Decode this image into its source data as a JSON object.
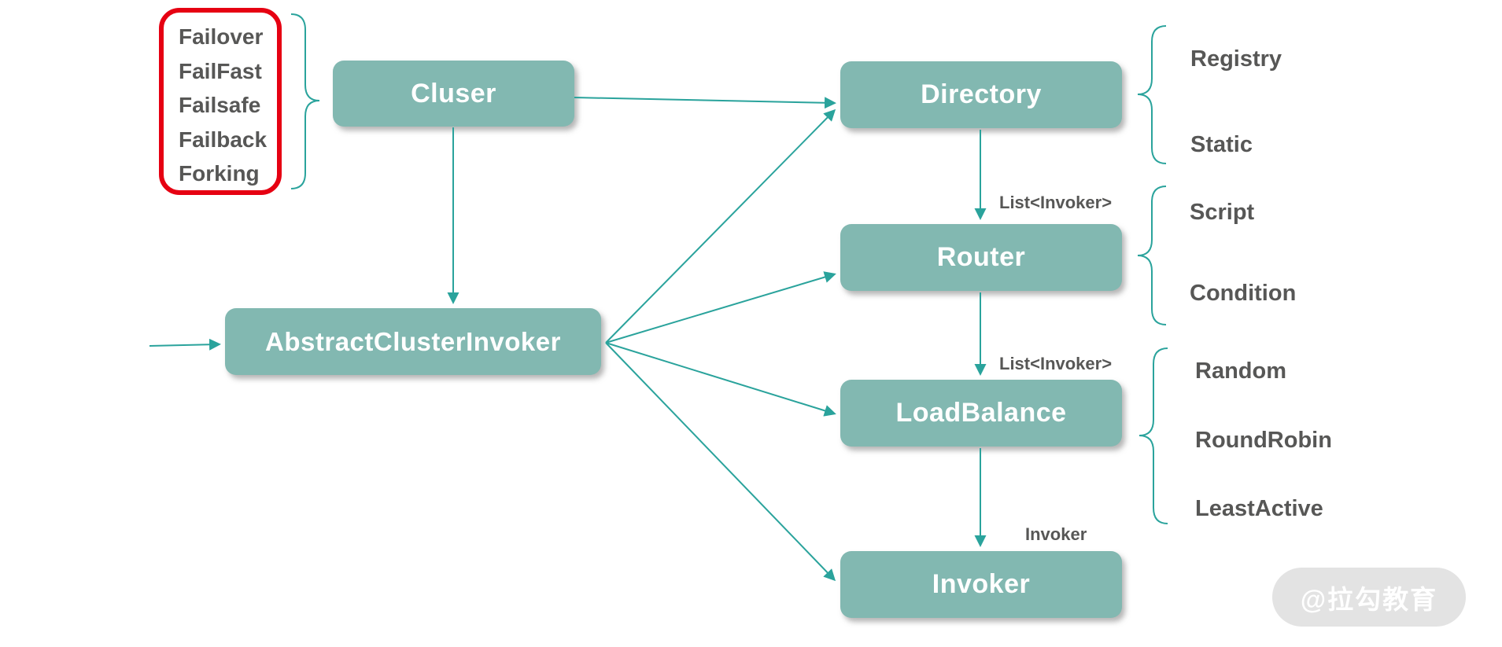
{
  "diagram": {
    "title_context": "Dubbo cluster fault-tolerance architecture diagram",
    "nodes": {
      "cluser": {
        "label": "Cluser"
      },
      "directory": {
        "label": "Directory"
      },
      "router": {
        "label": "Router"
      },
      "abstract_cluster_invoker": {
        "label": "AbstractClusterInvoker"
      },
      "loadbalance": {
        "label": "LoadBalance"
      },
      "invoker": {
        "label": "Invoker"
      }
    },
    "fault_strategies": {
      "items": [
        "Failover",
        "FailFast",
        "Failsafe",
        "Failback",
        "Forking"
      ]
    },
    "directory_types": [
      "Registry",
      "Static"
    ],
    "router_types": [
      "Script",
      "Condition"
    ],
    "loadbalance_types": [
      "Random",
      "RoundRobin",
      "LeastActive"
    ],
    "edge_labels": {
      "directory_to_router": "List<Invoker>",
      "router_to_loadbalance": "List<Invoker>",
      "loadbalance_to_invoker": "Invoker"
    },
    "watermark": "@拉勾教育",
    "colors": {
      "node_fill": "#82b8b1",
      "edge_stroke": "#2aa39c",
      "highlight_border": "#e60012",
      "label_text": "#575756",
      "node_text": "#ffffff",
      "watermark_bg": "#e3e3e3"
    }
  }
}
